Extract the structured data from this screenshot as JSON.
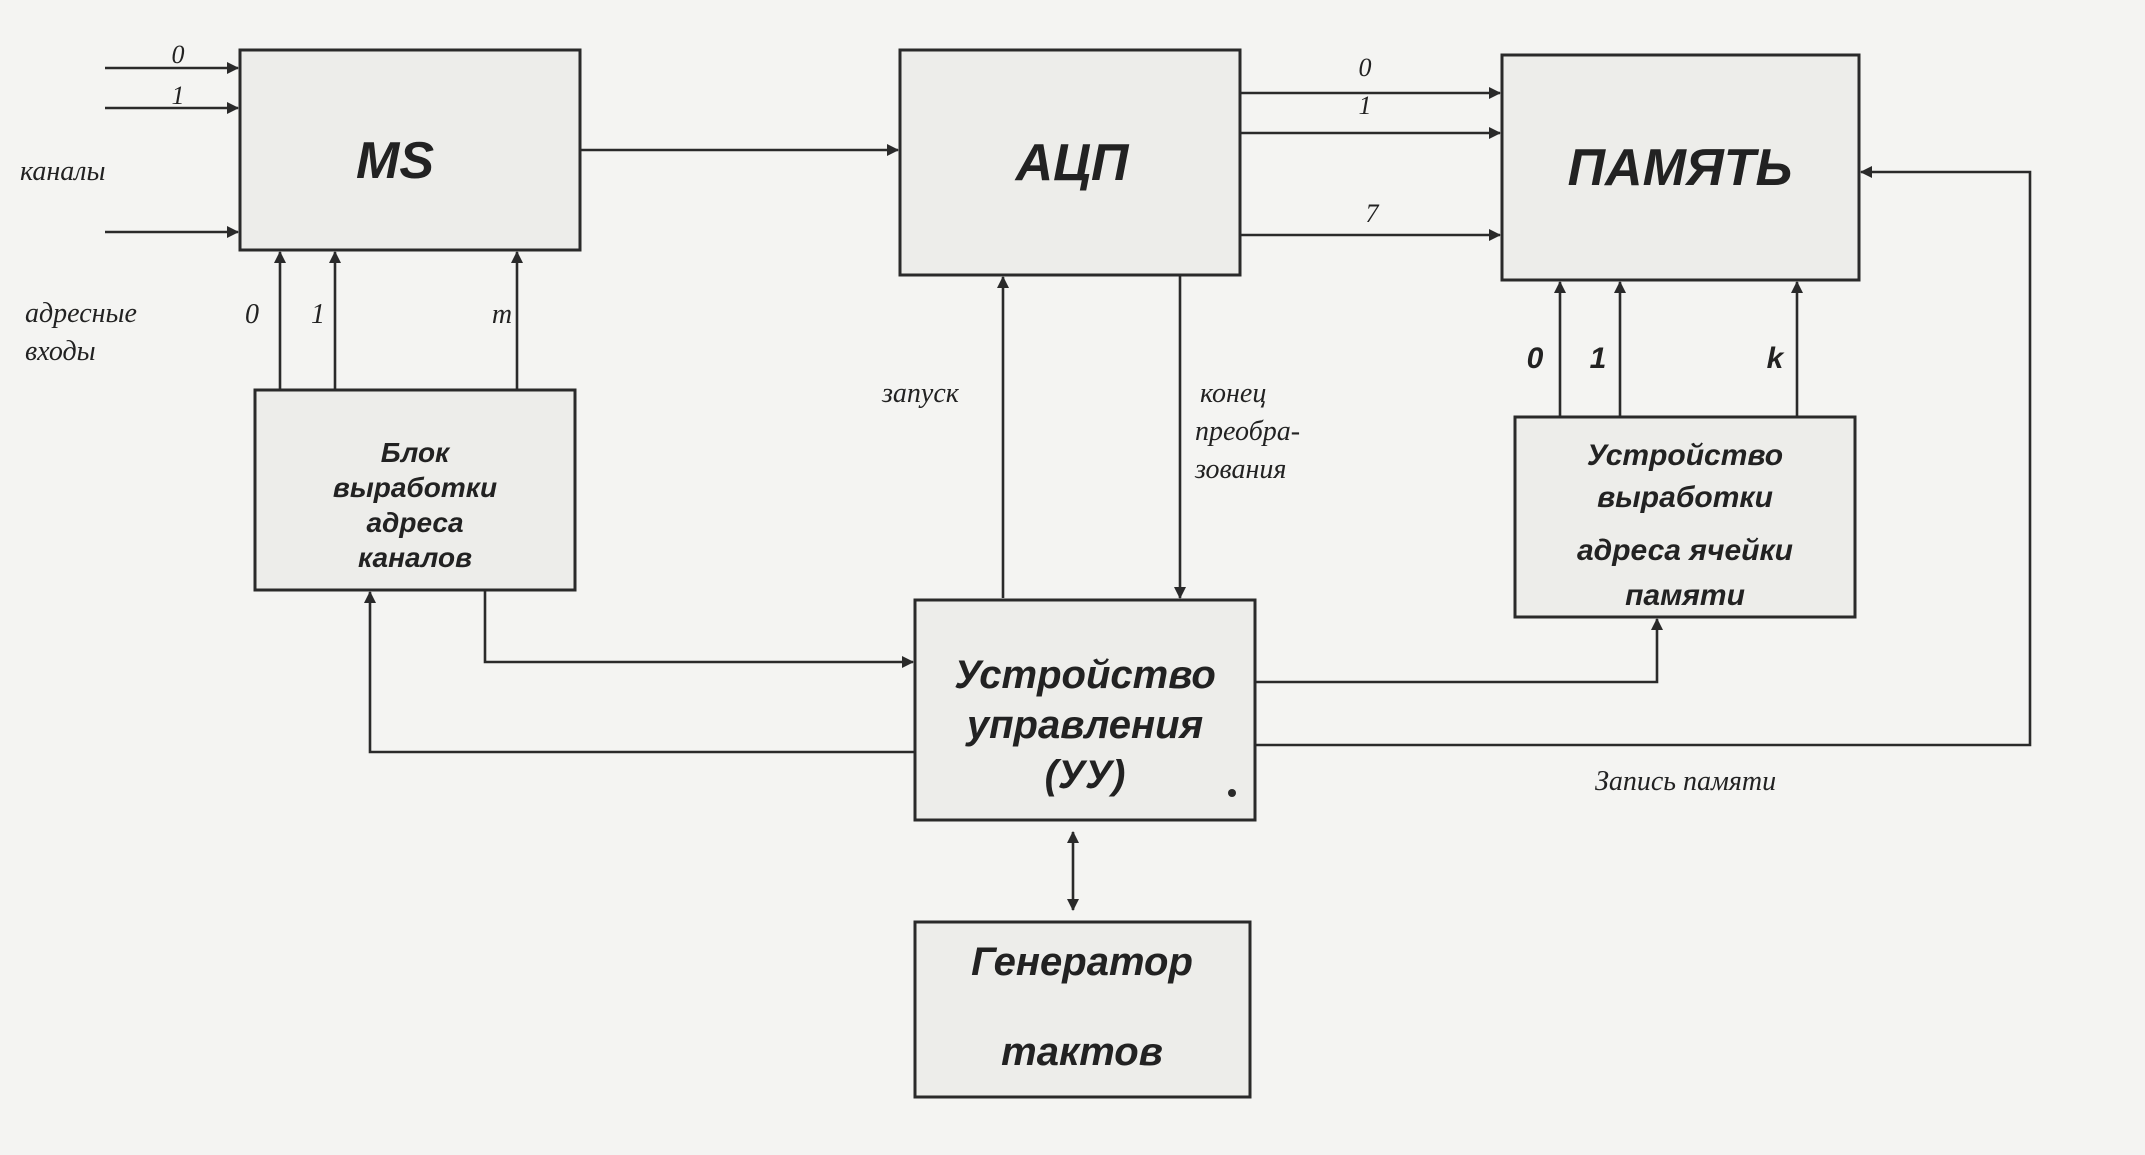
{
  "blocks": {
    "ms": "MS",
    "adc": "АЦП",
    "memory": "ПАМЯТЬ",
    "channel_addr_unit": [
      "Блок",
      "выработки",
      "адреса",
      "каналов"
    ],
    "control_unit": [
      "Устройство",
      "управления",
      "(УУ)"
    ],
    "cell_addr_unit": [
      "Устройство",
      "выработки",
      "адреса  ячейки",
      "памяти"
    ],
    "clock_generator": [
      "Генератор",
      "тактов"
    ]
  },
  "labels": {
    "channels": "каналы",
    "address_inputs": [
      "адресные",
      "входы"
    ],
    "start": "запуск",
    "end_of_conversion": [
      "конец",
      "преобра-",
      "зования"
    ],
    "memory_write": "Запись памяти"
  },
  "indices": {
    "ms_inputs": [
      "0",
      "1"
    ],
    "ms_address": [
      "0",
      "1",
      "m"
    ],
    "adc_outputs": [
      "0",
      "1",
      "7"
    ],
    "memory_address": [
      "0",
      "1",
      "k"
    ]
  },
  "colors": {
    "ink": "#2a2a2a",
    "block_fill": "#ededea",
    "paper": "#f4f4f2"
  }
}
